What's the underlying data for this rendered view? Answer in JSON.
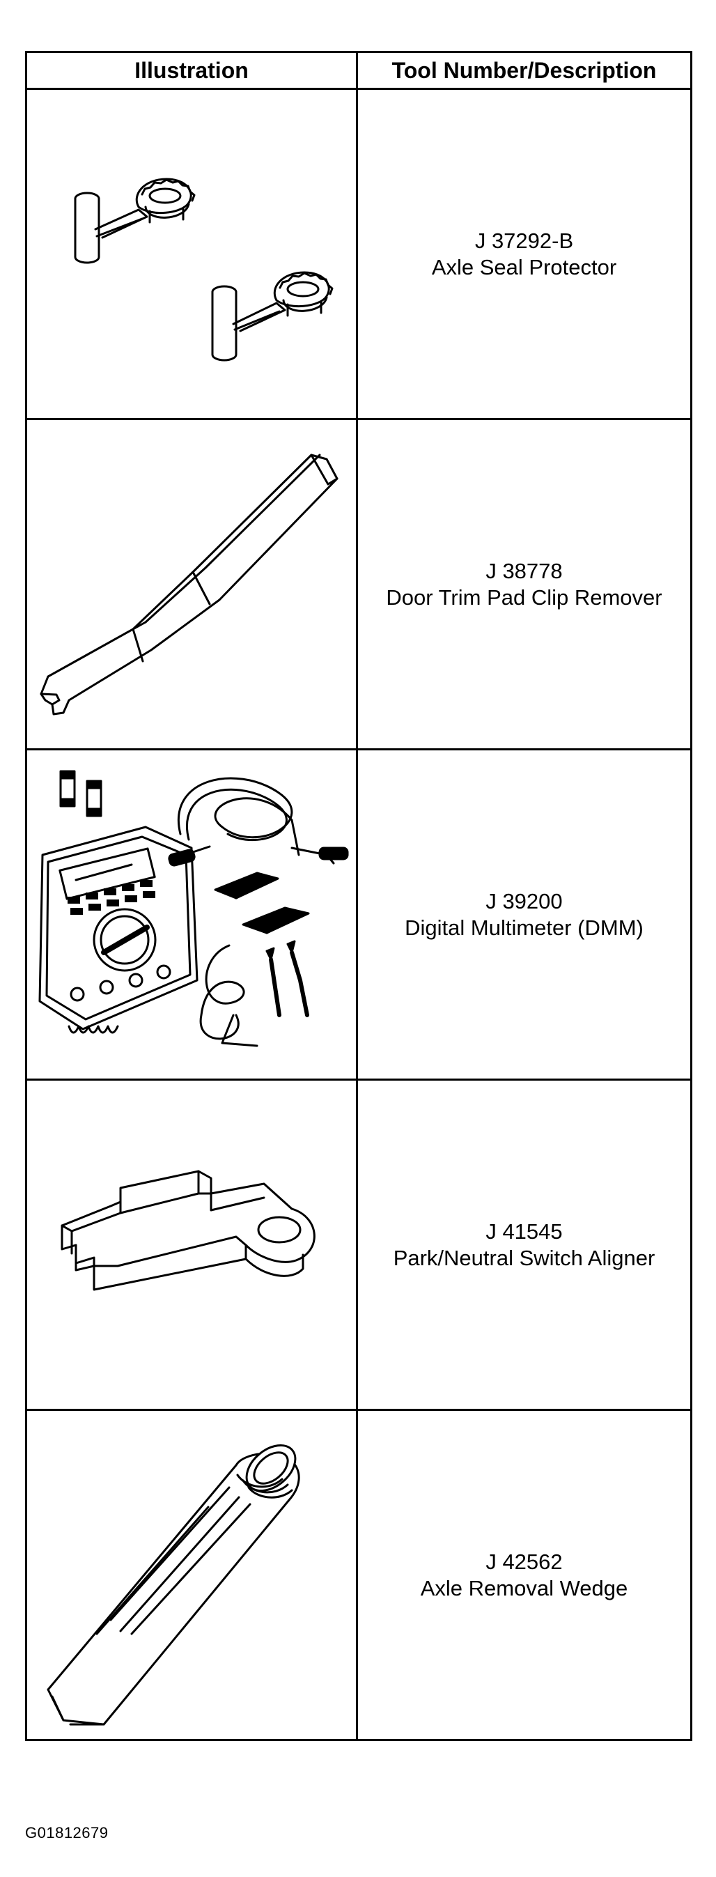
{
  "table": {
    "headers": {
      "illustration": "Illustration",
      "tool": "Tool Number/Description"
    },
    "tools": [
      {
        "number": "J 37292-B",
        "description": "Axle Seal Protector",
        "illustration": "axle-seal-protector-illustration"
      },
      {
        "number": "J 38778",
        "description": "Door Trim Pad Clip Remover",
        "illustration": "door-trim-pad-clip-remover-illustration"
      },
      {
        "number": "J 39200",
        "description": "Digital Multimeter (DMM)",
        "illustration": "digital-multimeter-illustration"
      },
      {
        "number": "J 41545",
        "description": "Park/Neutral Switch Aligner",
        "illustration": "park-neutral-switch-aligner-illustration"
      },
      {
        "number": "J 42562",
        "description": "Axle Removal Wedge",
        "illustration": "axle-removal-wedge-illustration"
      }
    ]
  },
  "figure_id": "G01812679"
}
